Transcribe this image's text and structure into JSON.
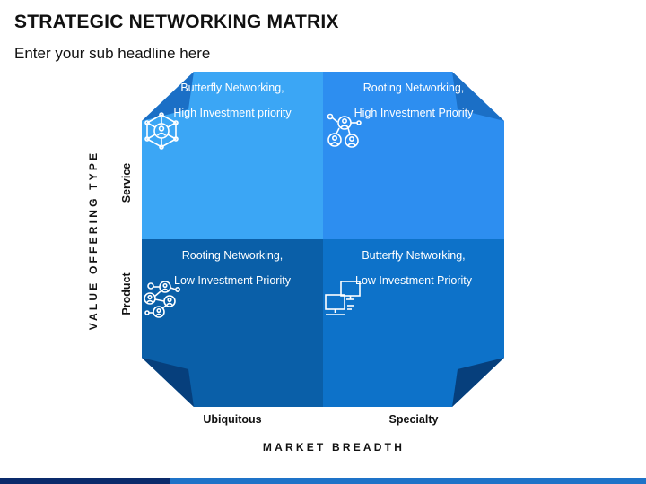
{
  "header": {
    "title": "STRATEGIC NETWORKING MATRIX",
    "subtitle": "Enter your sub headline here"
  },
  "axes": {
    "y_title": "VALUE OFFERING TYPE",
    "y_labels": [
      "Service",
      "Product"
    ],
    "x_labels": [
      "Ubiquitous",
      "Specialty"
    ],
    "x_title": "MARKET BREADTH"
  },
  "quadrants": [
    {
      "line1": "Butterfly Networking,",
      "line2": "High Investment priority",
      "icon": "network-node-icon",
      "color": "#3ba6f5"
    },
    {
      "line1": "Rooting Networking,",
      "line2": "High Investment Priority",
      "icon": "connected-users-icon",
      "color": "#2d8ef0"
    },
    {
      "line1": "Rooting Networking,",
      "line2": "Low Investment Priority",
      "icon": "people-network-icon",
      "color": "#0a5fa8"
    },
    {
      "line1": "Butterfly Networking,",
      "line2": "Low Investment Priority",
      "icon": "monitors-icon",
      "color": "#0d72c9"
    }
  ],
  "colors": {
    "fold_light": "#1b6fc6",
    "fold_dark": "#063f7c",
    "footer_dark": "#0a2a6b",
    "footer_light": "#1e73c8"
  }
}
